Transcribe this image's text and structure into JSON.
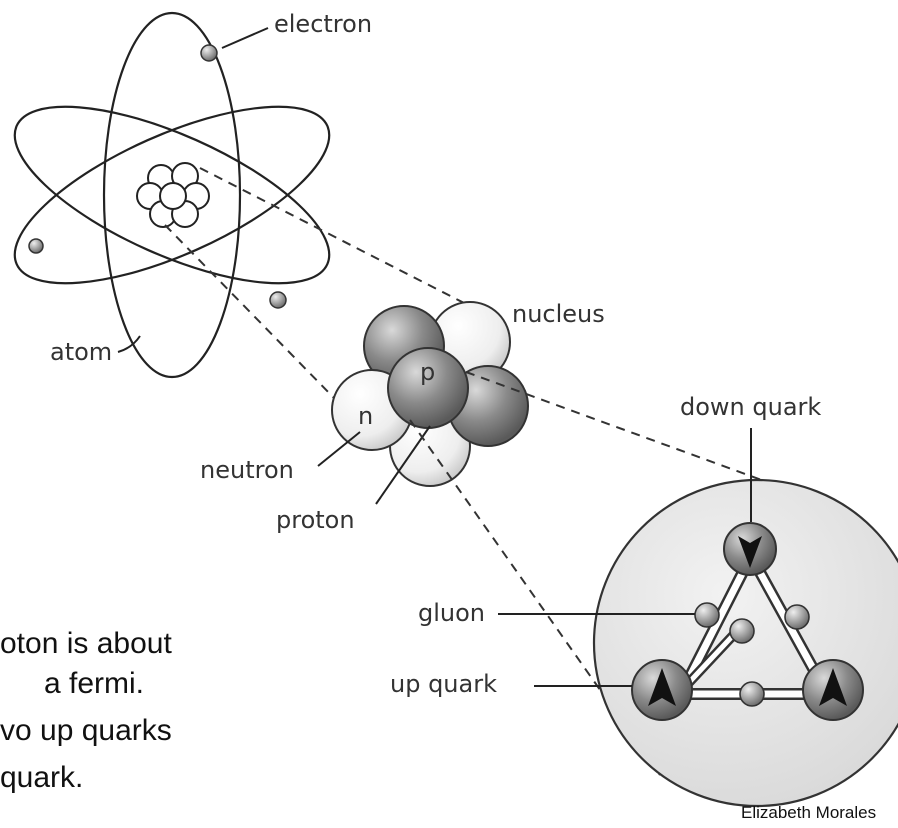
{
  "labels": {
    "electron": "electron",
    "atom": "atom",
    "nucleus": "nucleus",
    "neutron": "neutron",
    "proton": "proton",
    "n": "n",
    "p": "p",
    "down_quark": "down quark",
    "gluon": "gluon",
    "up_quark": "up quark"
  },
  "text_lines": [
    "oton is about",
    "a fermi.",
    "vo up quarks",
    "quark."
  ],
  "credit": "Elizabeth Morales"
}
